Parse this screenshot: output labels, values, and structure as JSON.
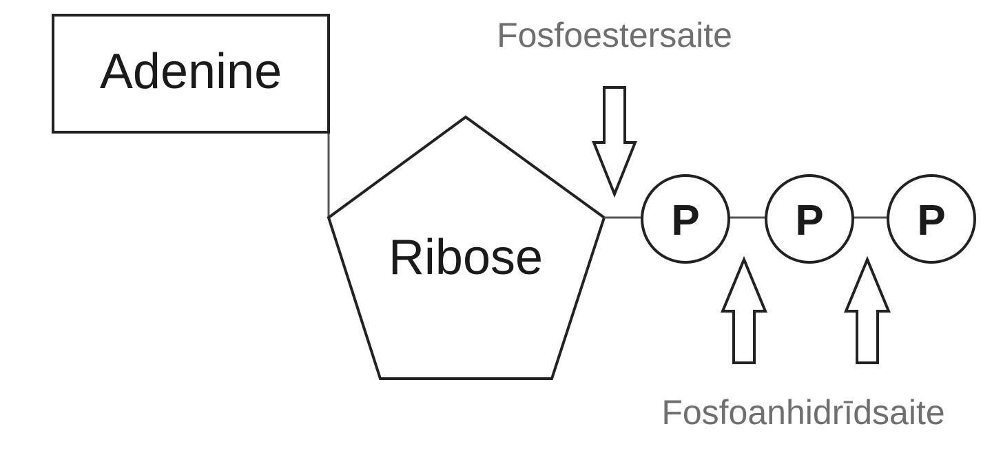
{
  "diagram": {
    "base_label": "Adenine",
    "sugar_label": "Ribose",
    "phosphate_label": "P",
    "ester_bond_label": "Fosfoestersaite",
    "anhydride_bond_label": "Fosfoanhidrīdsaite"
  },
  "colors": {
    "outline": "#222222",
    "bond_label": "#6f6f6f",
    "text": "#1a1a1a",
    "background": "#ffffff"
  }
}
